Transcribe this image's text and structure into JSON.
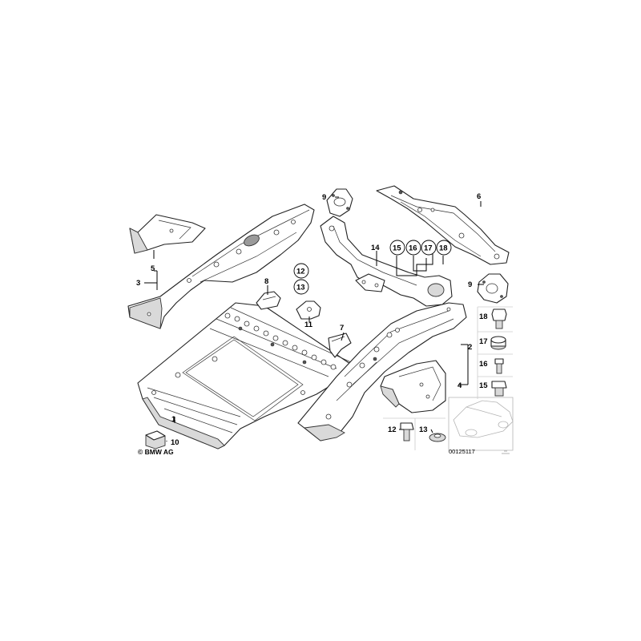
{
  "callouts": {
    "c1": "1",
    "c2": "2",
    "c3": "3",
    "c4": "4",
    "c5": "5",
    "c6": "6",
    "c7": "7",
    "c8": "8",
    "c9a": "9",
    "c9b": "9",
    "c10": "10",
    "c11": "11",
    "c12a": "12",
    "c13a": "13",
    "c14": "14",
    "c15a": "15",
    "c16a": "16",
    "c17a": "17",
    "c18a": "18",
    "c18b": "18",
    "c17b": "17",
    "c16b": "16",
    "c15b": "15",
    "c12b": "12",
    "c13b": "13"
  },
  "copyright": "© BMW AG",
  "diagram_id": "00125117"
}
